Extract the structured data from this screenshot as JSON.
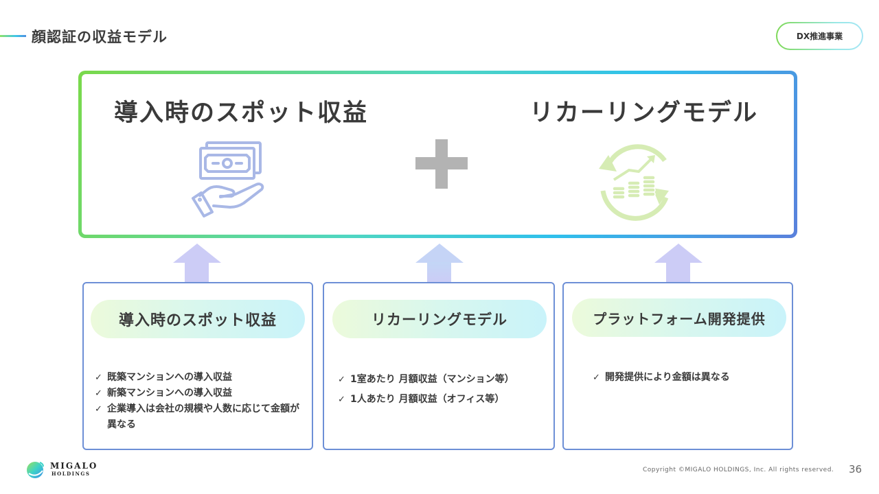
{
  "header": {
    "title": "顔認証の収益モデル",
    "badge": "DX推進事業"
  },
  "colors": {
    "accent_green": "#7ad94a",
    "accent_cyan": "#2fc0ec",
    "accent_blue": "#5a80dc",
    "card_border": "#6d8fd6",
    "arrow_fill": "#ccccf6",
    "money_icon": "#a9b8e6",
    "recurring_icon": "#d6ecb4",
    "plus_fill": "#b3b3b3"
  },
  "top_box": {
    "left_heading": "導入時のスポット収益",
    "right_heading": "リカーリングモデル",
    "left_icon": "hand-with-money-icon",
    "middle_icon": "plus-icon",
    "right_icon": "recurring-revenue-icon"
  },
  "cards": [
    {
      "title": "導入時のスポット収益",
      "items": [
        "既築マンションへの導入収益",
        "新築マンションへの導入収益",
        "企業導入は会社の規模や人数に応じて金額が異なる"
      ]
    },
    {
      "title": "リカーリングモデル",
      "items": [
        "1室あたり 月額収益（マンション等）",
        "1人あたり 月額収益（オフィス等）"
      ]
    },
    {
      "title": "プラットフォーム開発提供",
      "items": [
        "開発提供により金額は異なる"
      ]
    }
  ],
  "check_mark": "✓",
  "footer": {
    "logo_line1": "MIGALO",
    "logo_line2": "HOLDINGS",
    "copyright": "Copyright ©MIGALO HOLDINGS, Inc. All rights reserved.",
    "page_number": "36"
  }
}
